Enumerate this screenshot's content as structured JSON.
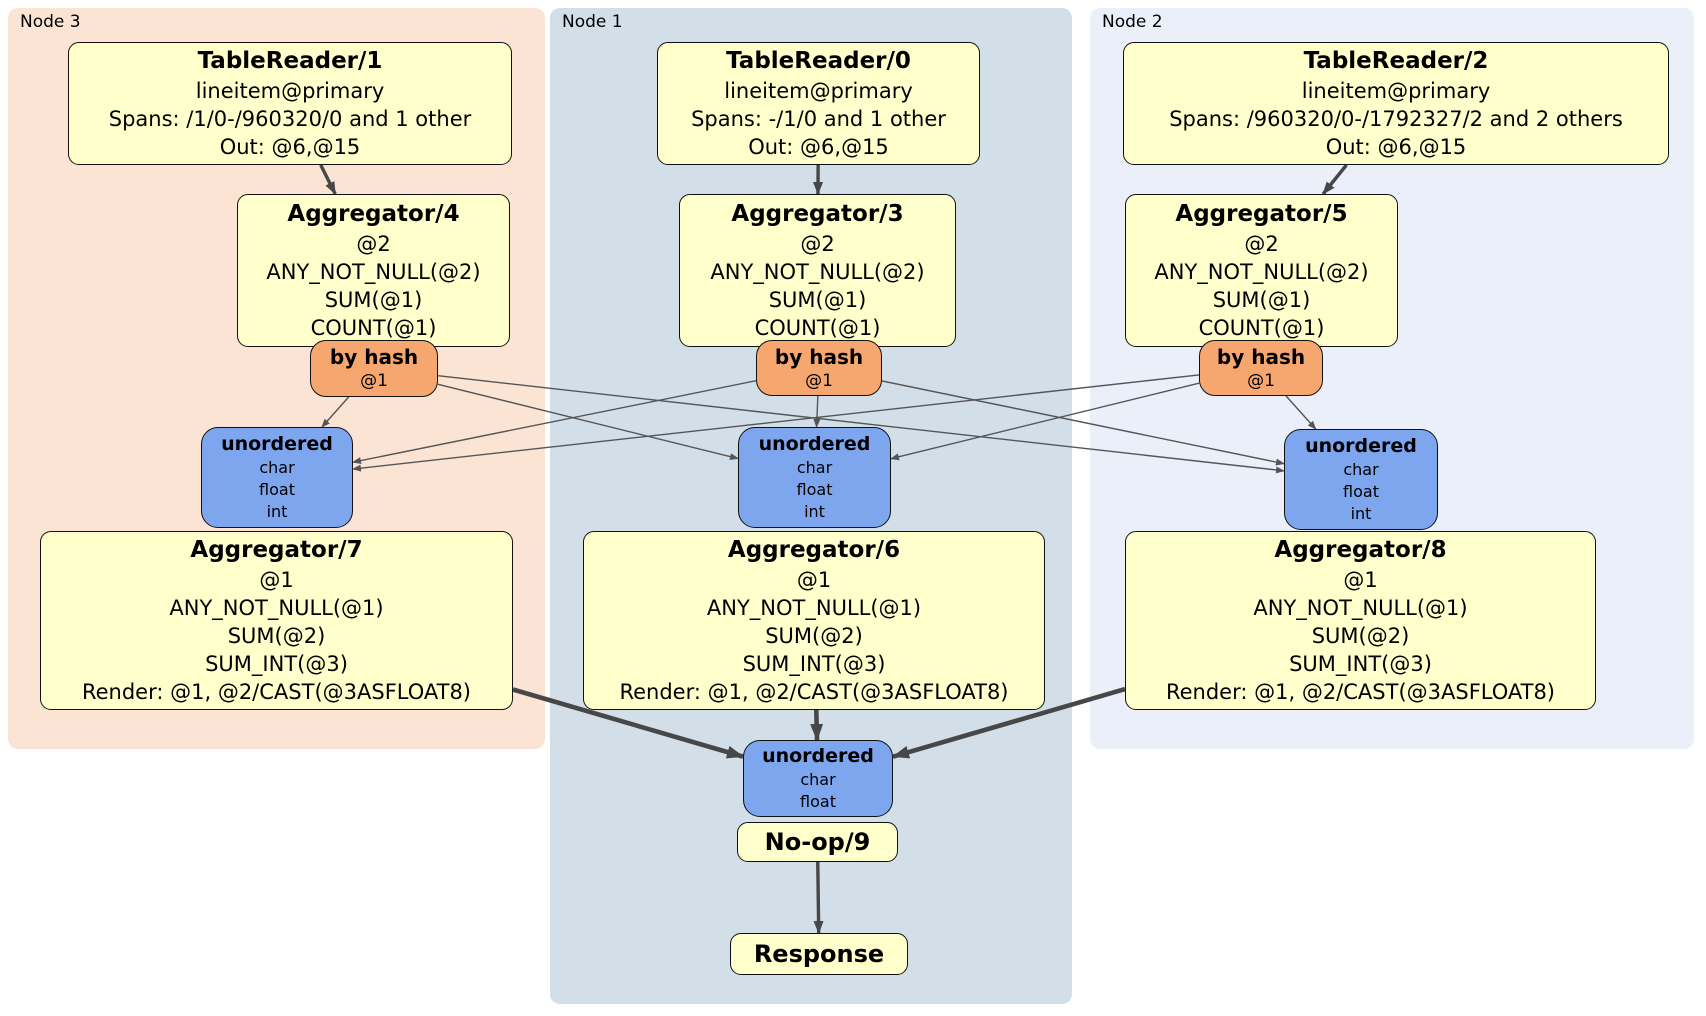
{
  "nodes": [
    {
      "label": "Node 3",
      "table_reader": {
        "title": "TableReader/1",
        "lines": [
          "lineitem@primary",
          "Spans: /1/0-/960320/0 and 1 other",
          "Out: @6,@15"
        ]
      },
      "aggregator_top": {
        "title": "Aggregator/4",
        "lines": [
          "@2",
          "ANY_NOT_NULL(@2)",
          "SUM(@1)",
          "COUNT(@1)"
        ]
      },
      "router": {
        "title": "by hash",
        "lines": [
          "@1"
        ]
      },
      "sync": {
        "title": "unordered",
        "lines": [
          "char",
          "float",
          "int"
        ]
      },
      "aggregator_bottom": {
        "title": "Aggregator/7",
        "lines": [
          "@1",
          "ANY_NOT_NULL(@1)",
          "SUM(@2)",
          "SUM_INT(@3)",
          "Render: @1, @2/CAST(@3ASFLOAT8)"
        ]
      }
    },
    {
      "label": "Node 1",
      "table_reader": {
        "title": "TableReader/0",
        "lines": [
          "lineitem@primary",
          "Spans: -/1/0 and 1 other",
          "Out: @6,@15"
        ]
      },
      "aggregator_top": {
        "title": "Aggregator/3",
        "lines": [
          "@2",
          "ANY_NOT_NULL(@2)",
          "SUM(@1)",
          "COUNT(@1)"
        ]
      },
      "router": {
        "title": "by hash",
        "lines": [
          "@1"
        ]
      },
      "sync": {
        "title": "unordered",
        "lines": [
          "char",
          "float",
          "int"
        ]
      },
      "aggregator_bottom": {
        "title": "Aggregator/6",
        "lines": [
          "@1",
          "ANY_NOT_NULL(@1)",
          "SUM(@2)",
          "SUM_INT(@3)",
          "Render: @1, @2/CAST(@3ASFLOAT8)"
        ]
      }
    },
    {
      "label": "Node 2",
      "table_reader": {
        "title": "TableReader/2",
        "lines": [
          "lineitem@primary",
          "Spans: /960320/0-/1792327/2 and 2 others",
          "Out: @6,@15"
        ]
      },
      "aggregator_top": {
        "title": "Aggregator/5",
        "lines": [
          "@2",
          "ANY_NOT_NULL(@2)",
          "SUM(@1)",
          "COUNT(@1)"
        ]
      },
      "router": {
        "title": "by hash",
        "lines": [
          "@1"
        ]
      },
      "sync": {
        "title": "unordered",
        "lines": [
          "char",
          "float",
          "int"
        ]
      },
      "aggregator_bottom": {
        "title": "Aggregator/8",
        "lines": [
          "@1",
          "ANY_NOT_NULL(@1)",
          "SUM(@2)",
          "SUM_INT(@3)",
          "Render: @1, @2/CAST(@3ASFLOAT8)"
        ]
      }
    }
  ],
  "final": {
    "sync": {
      "title": "unordered",
      "lines": [
        "char",
        "float"
      ]
    },
    "noop": {
      "title": "No-op/9"
    },
    "response": {
      "title": "Response"
    }
  },
  "colors": {
    "node3_panel": "#fce4d4",
    "node1_panel": "#d2dfe9",
    "node2_panel": "#eaeffa",
    "processor_fill": "#ffffcc",
    "router_fill": "#f5a76f",
    "sync_fill": "#7da6ef",
    "edge_thin": "#555555",
    "edge_thick": "#474747"
  }
}
